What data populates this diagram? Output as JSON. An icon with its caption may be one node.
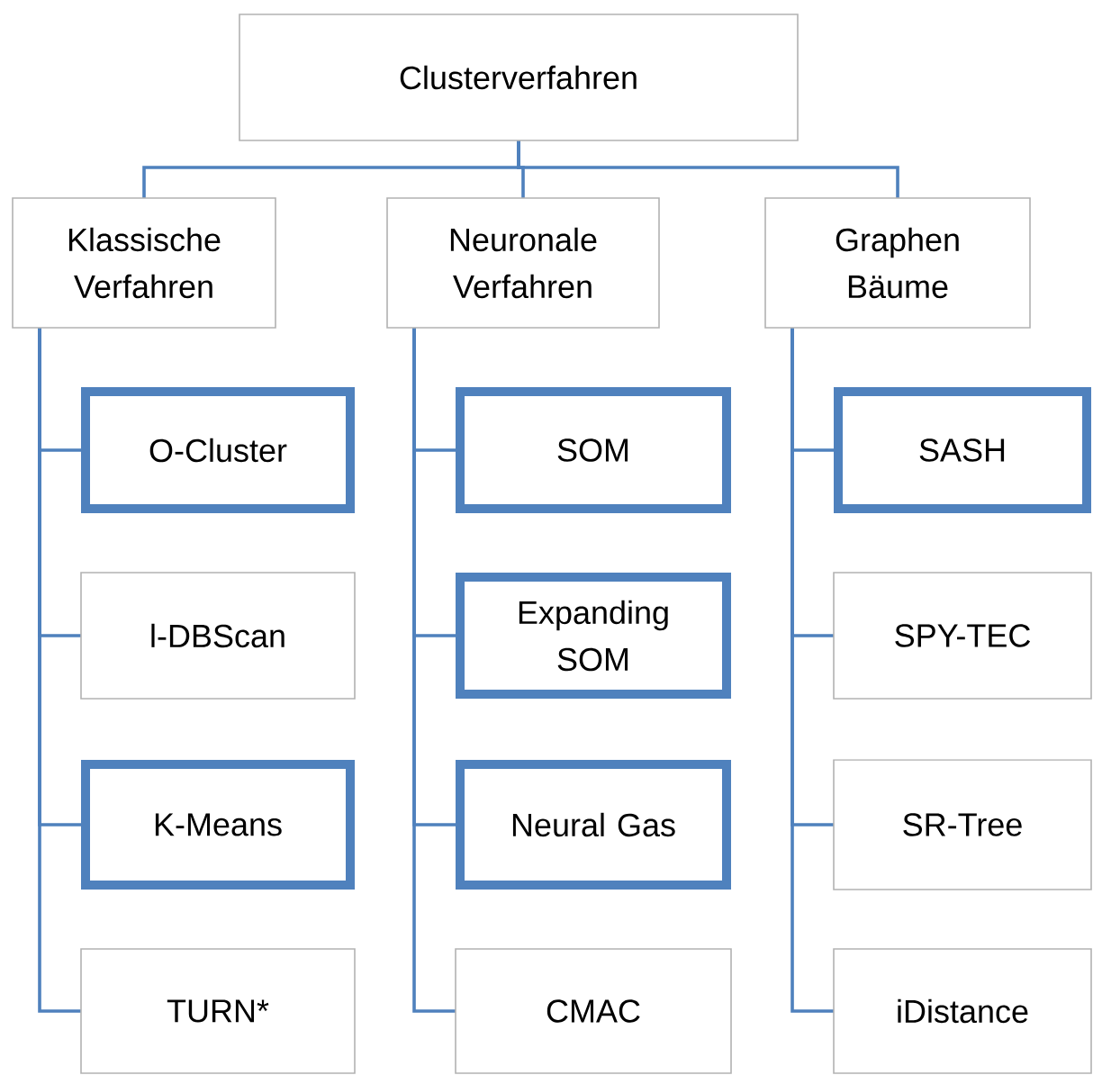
{
  "diagram": {
    "nodes": [
      {
        "text": [
          "Clusterverfahren"
        ]
      },
      {
        "text": [
          "Klassische Verfahren"
        ]
      },
      {
        "text": [
          "Neuronale Verfahren"
        ]
      },
      {
        "text": [
          "Graphen Bäume"
        ]
      },
      {
        "text": [
          "O-Cluster"
        ]
      },
      {
        "text": [
          "l-DBScan"
        ]
      },
      {
        "text": [
          "K-Means"
        ]
      },
      {
        "text": [
          "TURN*"
        ]
      },
      {
        "text": [
          "SOM"
        ]
      },
      {
        "text": [
          "Expanding SOM"
        ]
      },
      {
        "text": [
          "Neural Gas"
        ]
      },
      {
        "text": [
          "CMAC"
        ]
      },
      {
        "text": [
          "SASH"
        ]
      },
      {
        "text": [
          "SPY-TEC"
        ]
      },
      {
        "text": [
          "SR-Tree"
        ]
      },
      {
        "text": [
          "iDistance"
        ]
      }
    ],
    "edges": [
      {
        "from": 0,
        "to": 1,
        "arrow": "none"
      },
      {
        "from": 0,
        "to": 2,
        "arrow": "none"
      },
      {
        "from": 0,
        "to": 3,
        "arrow": "none"
      },
      {
        "from": 1,
        "to": 4,
        "arrow": "none"
      },
      {
        "from": 1,
        "to": 5,
        "arrow": "none"
      },
      {
        "from": 1,
        "to": 6,
        "arrow": "none"
      },
      {
        "from": 1,
        "to": 7,
        "arrow": "none"
      },
      {
        "from": 2,
        "to": 8,
        "arrow": "none"
      },
      {
        "from": 2,
        "to": 9,
        "arrow": "none"
      },
      {
        "from": 2,
        "to": 10,
        "arrow": "none"
      },
      {
        "from": 2,
        "to": 11,
        "arrow": "none"
      },
      {
        "from": 3,
        "to": 12,
        "arrow": "none"
      },
      {
        "from": 3,
        "to": 13,
        "arrow": "none"
      },
      {
        "from": 3,
        "to": 14,
        "arrow": "none"
      },
      {
        "from": 3,
        "to": 15,
        "arrow": "none"
      }
    ]
  }
}
